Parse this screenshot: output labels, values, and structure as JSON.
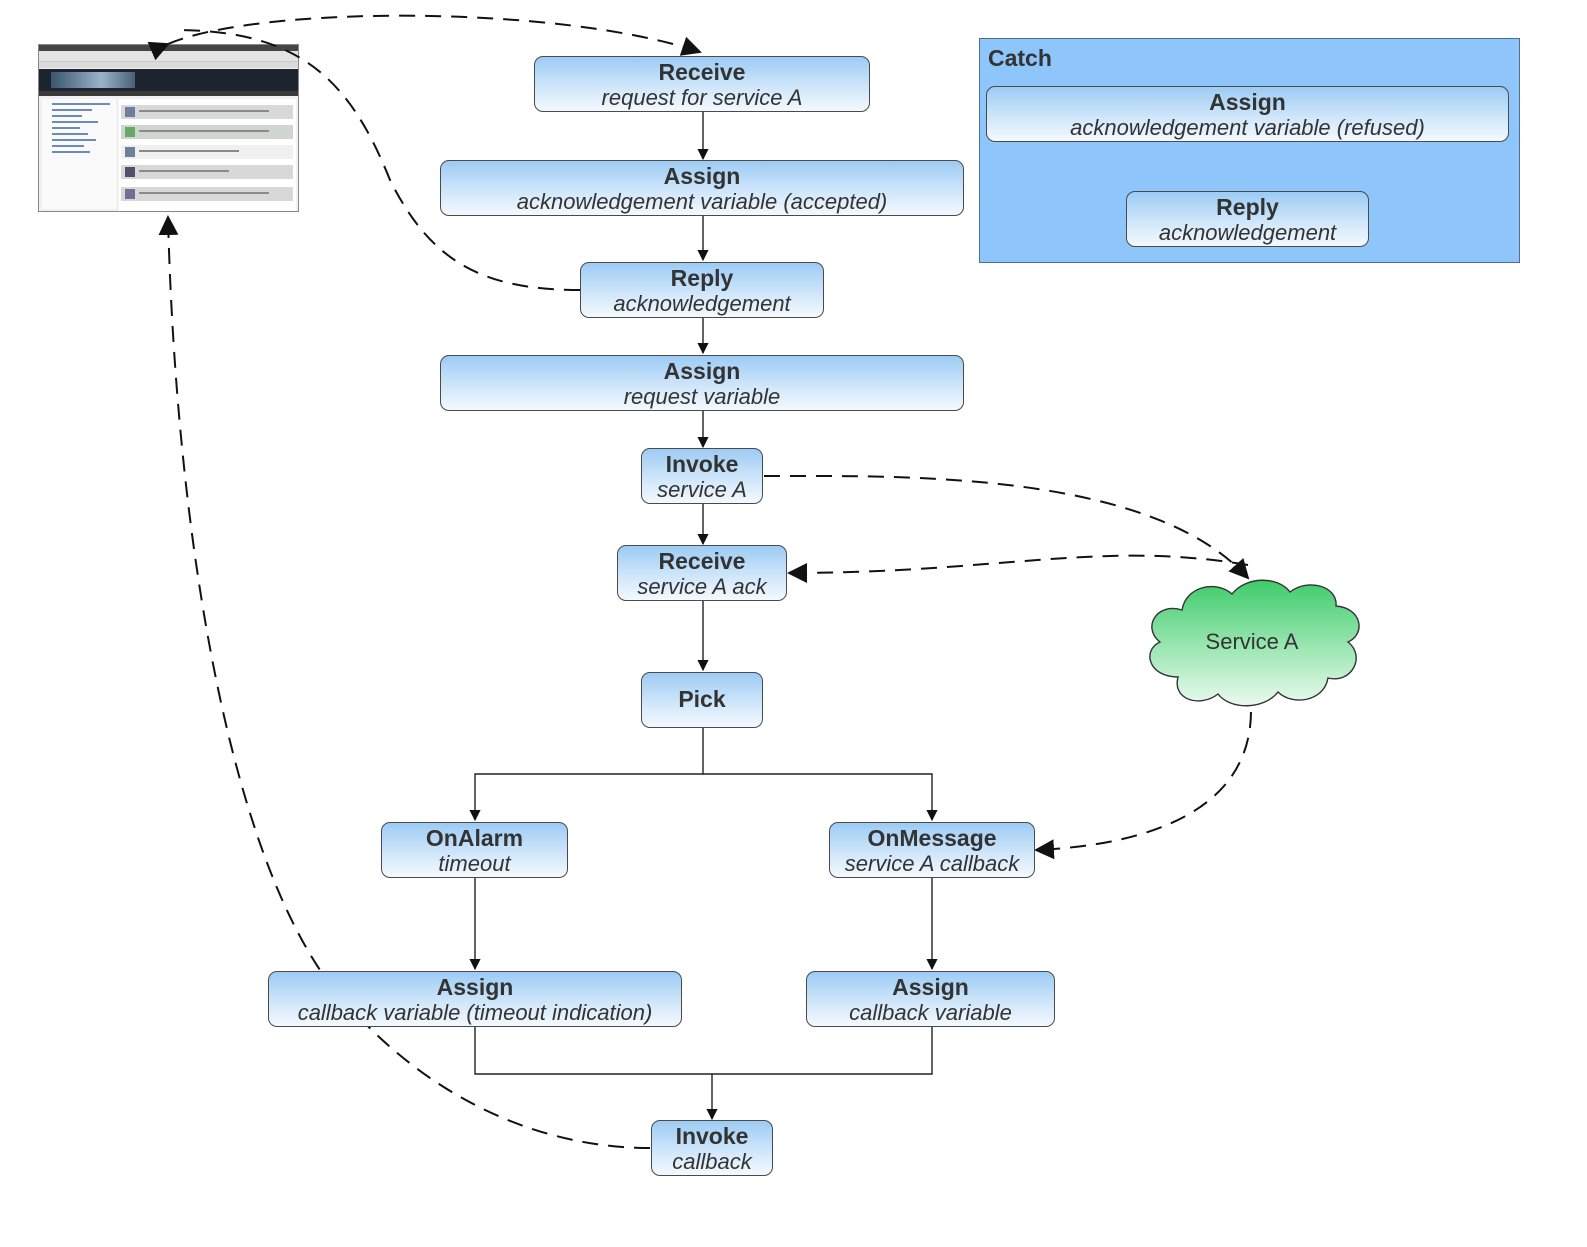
{
  "nodes": {
    "receive_request": {
      "title": "Receive",
      "subtitle": "request for service A"
    },
    "assign_ack_accepted": {
      "title": "Assign",
      "subtitle": "acknowledgement variable (accepted)"
    },
    "reply_ack": {
      "title": "Reply",
      "subtitle": "acknowledgement"
    },
    "assign_request": {
      "title": "Assign",
      "subtitle": "request variable"
    },
    "invoke_service": {
      "title": "Invoke",
      "subtitle": "service A"
    },
    "receive_service_ack": {
      "title": "Receive",
      "subtitle": "service A ack"
    },
    "pick": {
      "title": "Pick"
    },
    "onalarm": {
      "title": "OnAlarm",
      "subtitle": "timeout"
    },
    "onmessage": {
      "title": "OnMessage",
      "subtitle": "service A callback"
    },
    "assign_timeout": {
      "title": "Assign",
      "subtitle": "callback variable (timeout indication)"
    },
    "assign_callback": {
      "title": "Assign",
      "subtitle": "callback variable"
    },
    "invoke_callback": {
      "title": "Invoke",
      "subtitle": "callback"
    }
  },
  "catch": {
    "label": "Catch",
    "assign_refused": {
      "title": "Assign",
      "subtitle": "acknowledgement variable (refused)"
    },
    "reply_ack": {
      "title": "Reply",
      "subtitle": "acknowledgement"
    }
  },
  "service": {
    "label": "Service A"
  },
  "colors": {
    "node_top": "#9ccbf4",
    "node_bottom": "#f4f9fe",
    "catch_fill": "#8ec6fb",
    "cloud_top": "#3ecb6a",
    "cloud_bottom": "#eafaef",
    "line": "#222222"
  }
}
